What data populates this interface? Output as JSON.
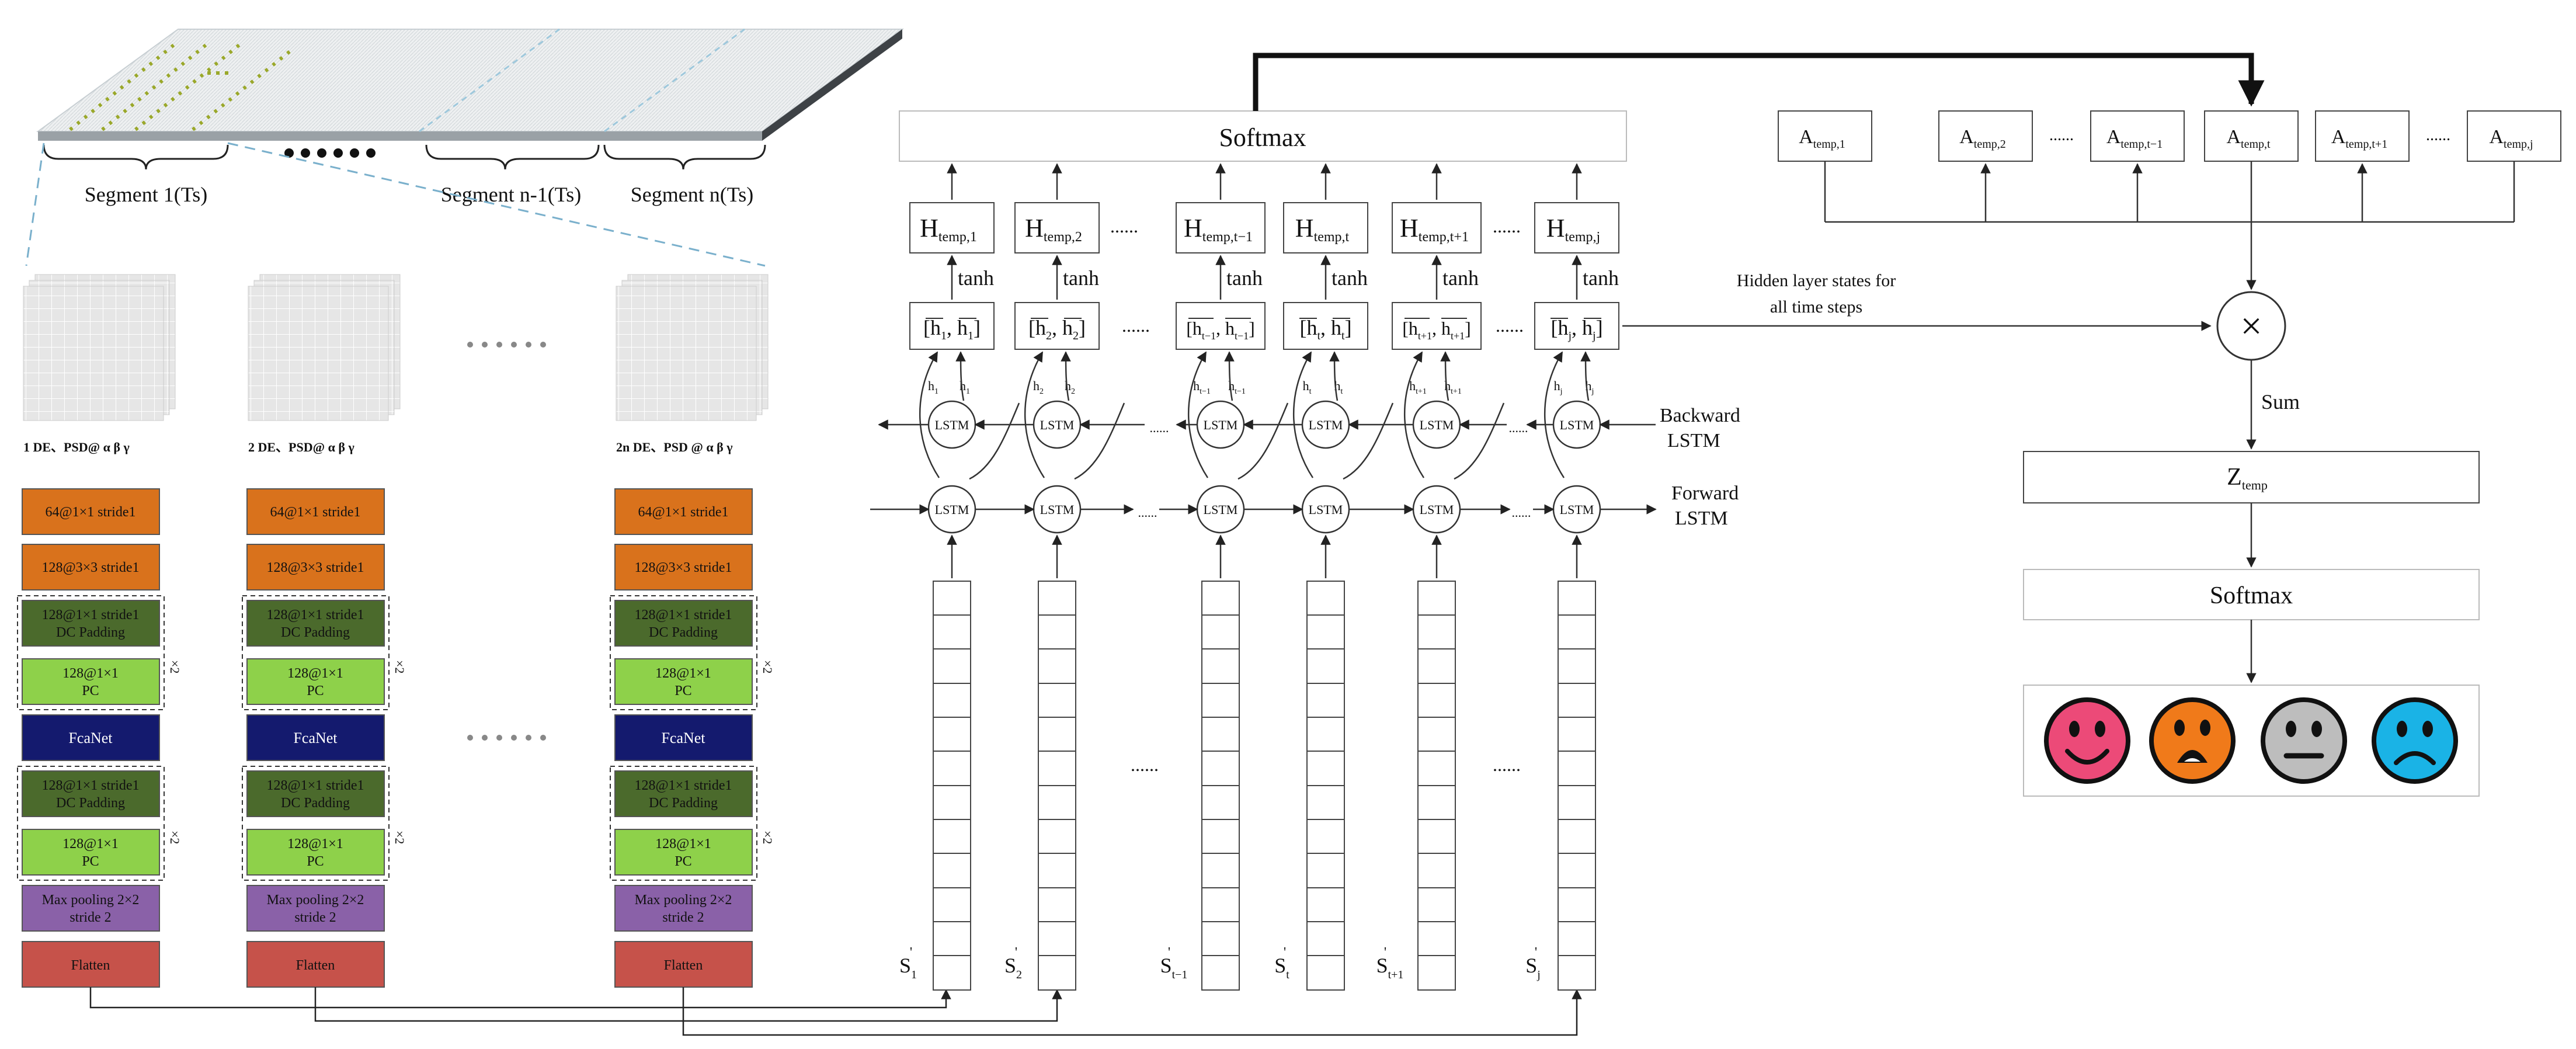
{
  "segments": {
    "labels": [
      "Segment 1(Ts)",
      "Segment n-1(Ts)",
      "Segment n(Ts)"
    ]
  },
  "cnn": {
    "columns": [
      {
        "input_label": "1 DE、PSD@ α β γ",
        "flatten": "Flatten"
      },
      {
        "input_label": "2 DE、PSD@ α β γ",
        "flatten": "Flatten"
      },
      {
        "input_label": "2n DE、PSD @ α β γ",
        "flatten": "Flatten"
      }
    ],
    "layers": {
      "conv1": "64@1×1 stride1",
      "conv2": "128@3×3 stride1",
      "dc_line1": "128@1×1 stride1",
      "dc_line2": "DC Padding",
      "pc_line1": "128@1×1",
      "pc_line2": "PC",
      "fca": "FcaNet",
      "pool_line1": "Max pooling 2×2",
      "pool_line2": "stride 2",
      "repeat": "×2"
    },
    "colors": {
      "conv": "#d9721c",
      "dc": "#4b6a2c",
      "pc": "#8ed14a",
      "fca": "#141a6e",
      "pool": "#8a61a8",
      "flatten": "#c6524a"
    }
  },
  "bilstm": {
    "softmax_top": "Softmax",
    "activation": "tanh",
    "backward_label": [
      "Backward",
      "LSTM"
    ],
    "forward_label": [
      "Forward",
      "LSTM"
    ],
    "hidden_note": [
      "Hidden layer states for",
      "all time steps"
    ],
    "cell": "LSTM",
    "ellipsis": "......",
    "columns": [
      {
        "H": "H",
        "H_sub": "temp,1",
        "h": "h",
        "h_sub": "1",
        "S": "S",
        "S_sub": "1"
      },
      {
        "H": "H",
        "H_sub": "temp,2",
        "h": "h",
        "h_sub": "2",
        "S": "S",
        "S_sub": "2"
      },
      {
        "H": "H",
        "H_sub": "temp,t−1",
        "h": "h",
        "h_sub": "t−1",
        "S": "S",
        "S_sub": "t−1"
      },
      {
        "H": "H",
        "H_sub": "temp,t",
        "h": "h",
        "h_sub": "t",
        "S": "S",
        "S_sub": "t"
      },
      {
        "H": "H",
        "H_sub": "temp,t+1",
        "h": "h",
        "h_sub": "t+1",
        "S": "S",
        "S_sub": "t+1"
      },
      {
        "H": "H",
        "H_sub": "temp,j",
        "h": "h",
        "h_sub": "j",
        "S": "S",
        "S_sub": "j"
      }
    ]
  },
  "attention": {
    "weights": [
      {
        "A": "A",
        "sub": "temp,1"
      },
      {
        "A": "A",
        "sub": "temp,2"
      },
      {
        "A": "A",
        "sub": "temp,t−1"
      },
      {
        "A": "A",
        "sub": "temp,t"
      },
      {
        "A": "A",
        "sub": "temp,t+1"
      },
      {
        "A": "A",
        "sub": "temp,j"
      }
    ],
    "ellipsis": "......",
    "multiply": "×",
    "sum_label": "Sum",
    "z": "Z",
    "z_sub": "temp",
    "softmax_bottom": "Softmax",
    "emotion_colors": [
      "#ec4a78",
      "#f07a1a",
      "#bdbdbd",
      "#1ab3e6"
    ]
  }
}
